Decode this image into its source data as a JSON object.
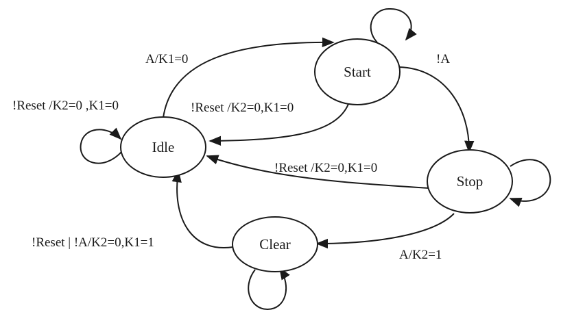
{
  "diagram": {
    "type": "state-machine",
    "states": {
      "idle": "Idle",
      "start": "Start",
      "stop": "Stop",
      "clear": "Clear"
    },
    "transitions": {
      "idle_to_start": "A/K1=0",
      "start_to_stop": "!A",
      "idle_self": "!Reset /K2=0 ,K1=0",
      "start_to_idle": "!Reset /K2=0,K1=0",
      "stop_to_idle": "!Reset /K2=0,K1=0",
      "stop_to_clear": "A/K2=1",
      "clear_to_idle": "!Reset | !A/K2=0,K1=1"
    }
  }
}
